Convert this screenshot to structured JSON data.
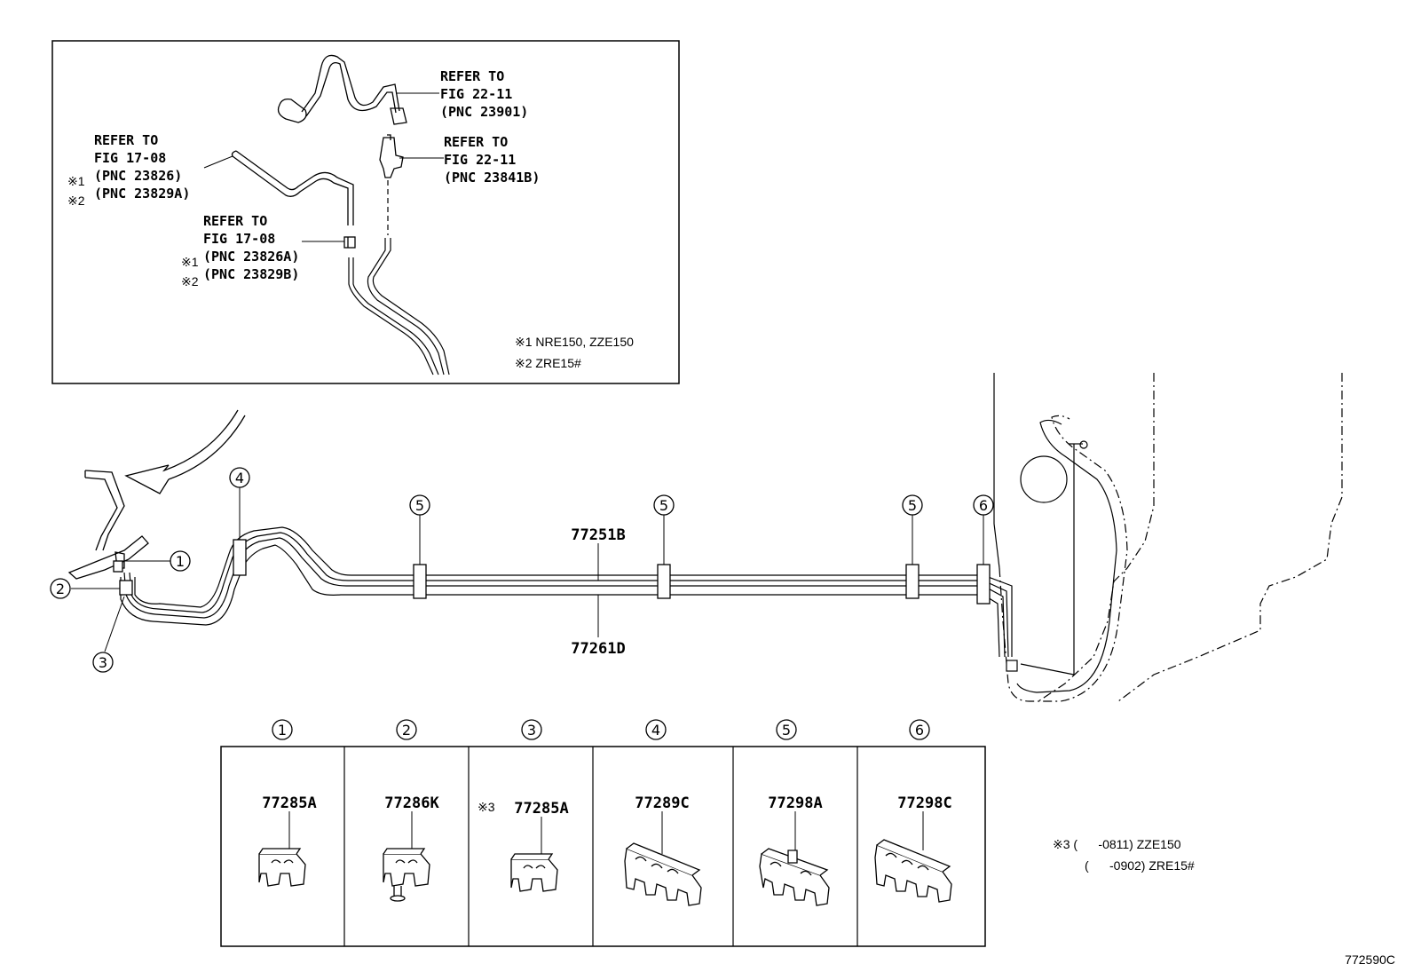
{
  "inset": {
    "refer_a": [
      "REFER TO",
      "FIG 22-11",
      "(PNC 23901)"
    ],
    "refer_b": [
      "REFER TO",
      "FIG 22-11",
      "(PNC 23841B)"
    ],
    "refer_c": [
      "REFER TO",
      "FIG 17-08",
      "(PNC 23826)",
      "(PNC 23829A)"
    ],
    "refer_d": [
      "REFER TO",
      "FIG 17-08",
      "(PNC 23826A)",
      "(PNC 23829B)"
    ],
    "mark1": "※1",
    "mark2": "※2",
    "note1": "※1 NRE150, ZZE150",
    "note2": "※2 ZRE15#"
  },
  "main": {
    "part_upper": "77251B",
    "part_lower": "77261D",
    "callouts": [
      "1",
      "2",
      "3",
      "4",
      "5",
      "5",
      "5",
      "6"
    ]
  },
  "table": {
    "headers": [
      "1",
      "2",
      "3",
      "4",
      "5",
      "6"
    ],
    "parts": [
      "77285A",
      "77286K",
      "77285A",
      "77289C",
      "77298A",
      "77298C"
    ],
    "mark3": "※3"
  },
  "notes": {
    "note3_line1": "※3 (      -0811) ZZE150",
    "note3_line2": "(      -0902) ZRE15#"
  },
  "figure_id": "772590C"
}
